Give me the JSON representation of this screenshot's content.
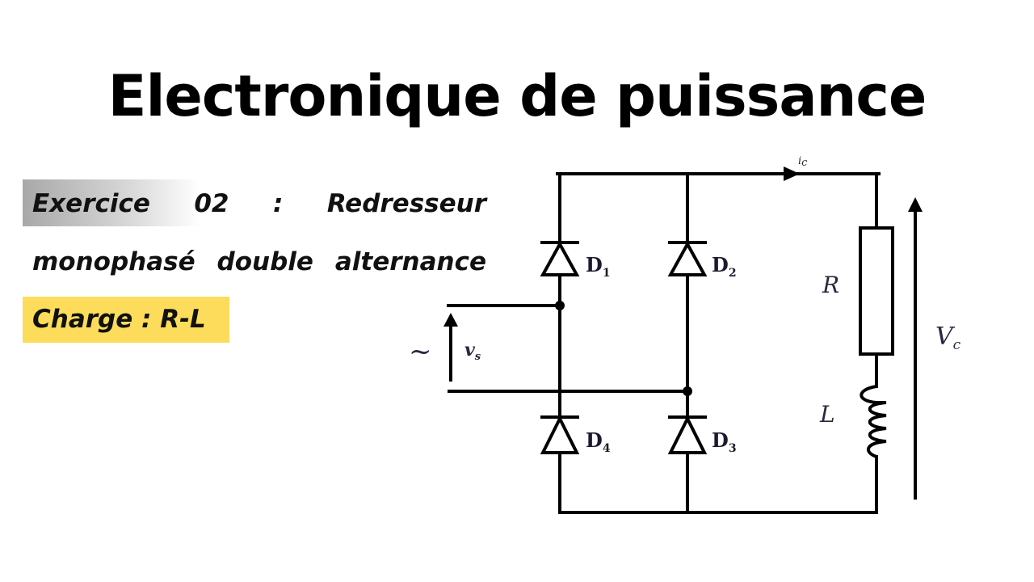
{
  "title": "Electronique de puissance",
  "exercise": {
    "line1_words": [
      "Exercice",
      "02",
      ":",
      "Redresseur"
    ],
    "line2_words": [
      "monophasé",
      "double",
      "alternance"
    ],
    "charge_label": "Charge : R-L"
  },
  "circuit": {
    "source_symbol": "~",
    "source_voltage_label": "v",
    "source_voltage_sub": "s",
    "diodes": [
      {
        "name": "D",
        "sub": "1"
      },
      {
        "name": "D",
        "sub": "2"
      },
      {
        "name": "D",
        "sub": "3"
      },
      {
        "name": "D",
        "sub": "4"
      }
    ],
    "current_label": "i",
    "current_sub": "c",
    "resistor_label": "R",
    "inductor_label": "L",
    "output_voltage_label": "V",
    "output_voltage_sub": "c"
  },
  "colors": {
    "highlight_yellow": "#fcdc5a",
    "gradient_gray": "#a8a8a8",
    "wire": "#000000"
  }
}
